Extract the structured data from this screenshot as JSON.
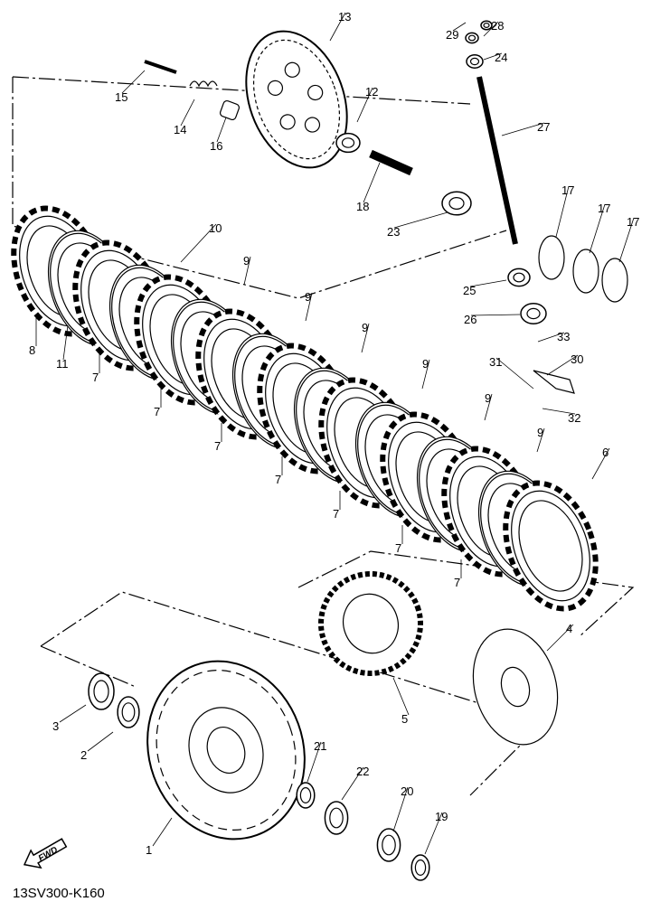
{
  "diagram": {
    "part_numbers": [
      "1",
      "2",
      "3",
      "4",
      "5",
      "6",
      "7",
      "7",
      "7",
      "7",
      "7",
      "7",
      "7",
      "8",
      "9",
      "9",
      "9",
      "9",
      "9",
      "9",
      "10",
      "11",
      "12",
      "13",
      "14",
      "15",
      "16",
      "17",
      "17",
      "17",
      "18",
      "19",
      "20",
      "21",
      "22",
      "23",
      "24",
      "25",
      "26",
      "27",
      "28",
      "29",
      "30",
      "31",
      "32",
      "33"
    ],
    "fwd_label": "FWD",
    "diagram_code": "13SV300-K160"
  }
}
